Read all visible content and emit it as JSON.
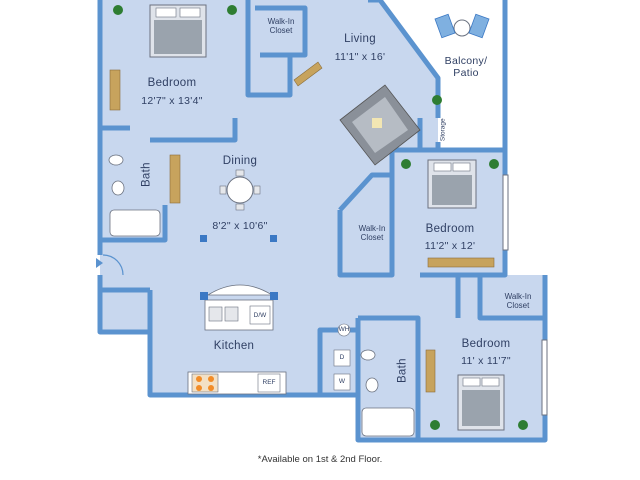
{
  "colors": {
    "floor": "#c8d7ee",
    "wall": "#5b93cf",
    "outdoor": "#ffffff",
    "text": "#2f3f63",
    "plant": "#2e7d32",
    "wood": "#c7a35d"
  },
  "rooms": {
    "bedroom1": {
      "name": "Bedroom",
      "size": "12'7\" x 13'4\""
    },
    "walkin1": {
      "name": "Walk-In Closet"
    },
    "living": {
      "name": "Living",
      "size": "11'1\" x 16'"
    },
    "balcony": {
      "name": "Balcony/ Patio"
    },
    "storage": {
      "name": "Storage"
    },
    "bath1": {
      "name": "Bath"
    },
    "dining": {
      "name": "Dining",
      "size": "8'2\" x 10'6\""
    },
    "walkin2": {
      "name": "Walk-In Closet"
    },
    "bedroom2": {
      "name": "Bedroom",
      "size": "11'2\" x 12'"
    },
    "walkin3": {
      "name": "Walk-In Closet"
    },
    "kitchen": {
      "name": "Kitchen"
    },
    "bath2": {
      "name": "Bath"
    },
    "bedroom3": {
      "name": "Bedroom",
      "size": "11' x 11'7\""
    }
  },
  "appliances": {
    "dishwasher": "D/W",
    "refrigerator": "REF",
    "water_heater": "WH",
    "dryer": "D",
    "washer": "W"
  },
  "footnote": "*Available on 1st & 2nd Floor."
}
